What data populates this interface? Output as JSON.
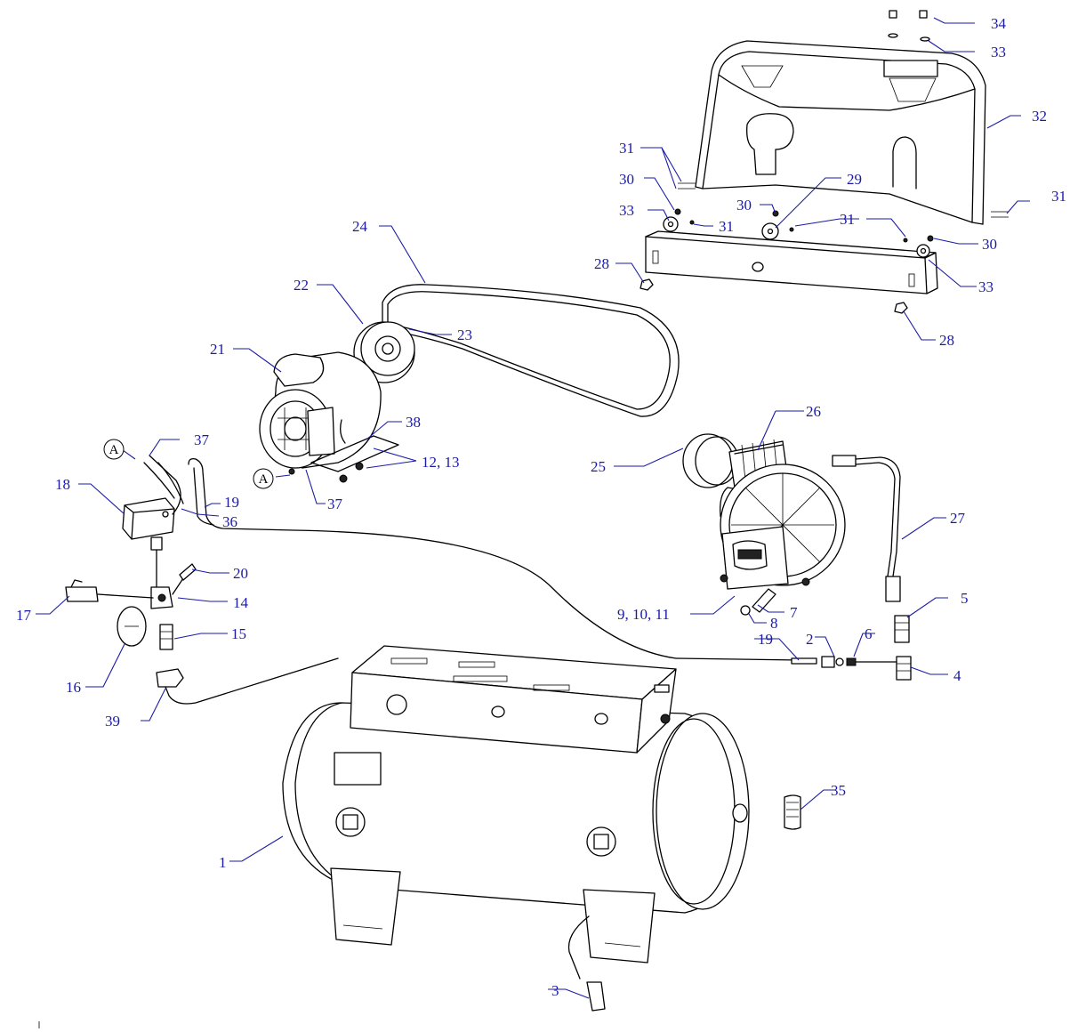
{
  "diagram": {
    "type": "exploded-parts-view",
    "callout_color": "#1a1aa6",
    "line_color": "#000000"
  },
  "callouts": [
    {
      "id": "c1",
      "label": "1"
    },
    {
      "id": "c2",
      "label": "2"
    },
    {
      "id": "c3",
      "label": "3"
    },
    {
      "id": "c4",
      "label": "4"
    },
    {
      "id": "c5",
      "label": "5"
    },
    {
      "id": "c6",
      "label": "6"
    },
    {
      "id": "c7",
      "label": "7"
    },
    {
      "id": "c8",
      "label": "8"
    },
    {
      "id": "c9",
      "label": "9, 10, 11"
    },
    {
      "id": "c12",
      "label": "12, 13"
    },
    {
      "id": "c14",
      "label": "14"
    },
    {
      "id": "c15",
      "label": "15"
    },
    {
      "id": "c16",
      "label": "16"
    },
    {
      "id": "c17",
      "label": "17"
    },
    {
      "id": "c18",
      "label": "18"
    },
    {
      "id": "c19a",
      "label": "19"
    },
    {
      "id": "c19b",
      "label": "19"
    },
    {
      "id": "c20",
      "label": "20"
    },
    {
      "id": "c21",
      "label": "21"
    },
    {
      "id": "c22",
      "label": "22"
    },
    {
      "id": "c23",
      "label": "23"
    },
    {
      "id": "c24",
      "label": "24"
    },
    {
      "id": "c25",
      "label": "25"
    },
    {
      "id": "c26",
      "label": "26"
    },
    {
      "id": "c27",
      "label": "27"
    },
    {
      "id": "c28a",
      "label": "28"
    },
    {
      "id": "c28b",
      "label": "28"
    },
    {
      "id": "c29",
      "label": "29"
    },
    {
      "id": "c30a",
      "label": "30"
    },
    {
      "id": "c30b",
      "label": "30"
    },
    {
      "id": "c30c",
      "label": "30"
    },
    {
      "id": "c31a",
      "label": "31"
    },
    {
      "id": "c31b",
      "label": "31"
    },
    {
      "id": "c31c",
      "label": "31"
    },
    {
      "id": "c31d",
      "label": "31"
    },
    {
      "id": "c32",
      "label": "32"
    },
    {
      "id": "c33a",
      "label": "33"
    },
    {
      "id": "c33b",
      "label": "33"
    },
    {
      "id": "c33c",
      "label": "33"
    },
    {
      "id": "c34",
      "label": "34"
    },
    {
      "id": "c35",
      "label": "35"
    },
    {
      "id": "c36",
      "label": "36"
    },
    {
      "id": "c37a",
      "label": "37"
    },
    {
      "id": "c37b",
      "label": "37"
    },
    {
      "id": "c38",
      "label": "38"
    },
    {
      "id": "c39",
      "label": "39"
    }
  ],
  "reference_markers": [
    {
      "id": "refA1",
      "label": "A"
    },
    {
      "id": "refA2",
      "label": "A"
    }
  ]
}
